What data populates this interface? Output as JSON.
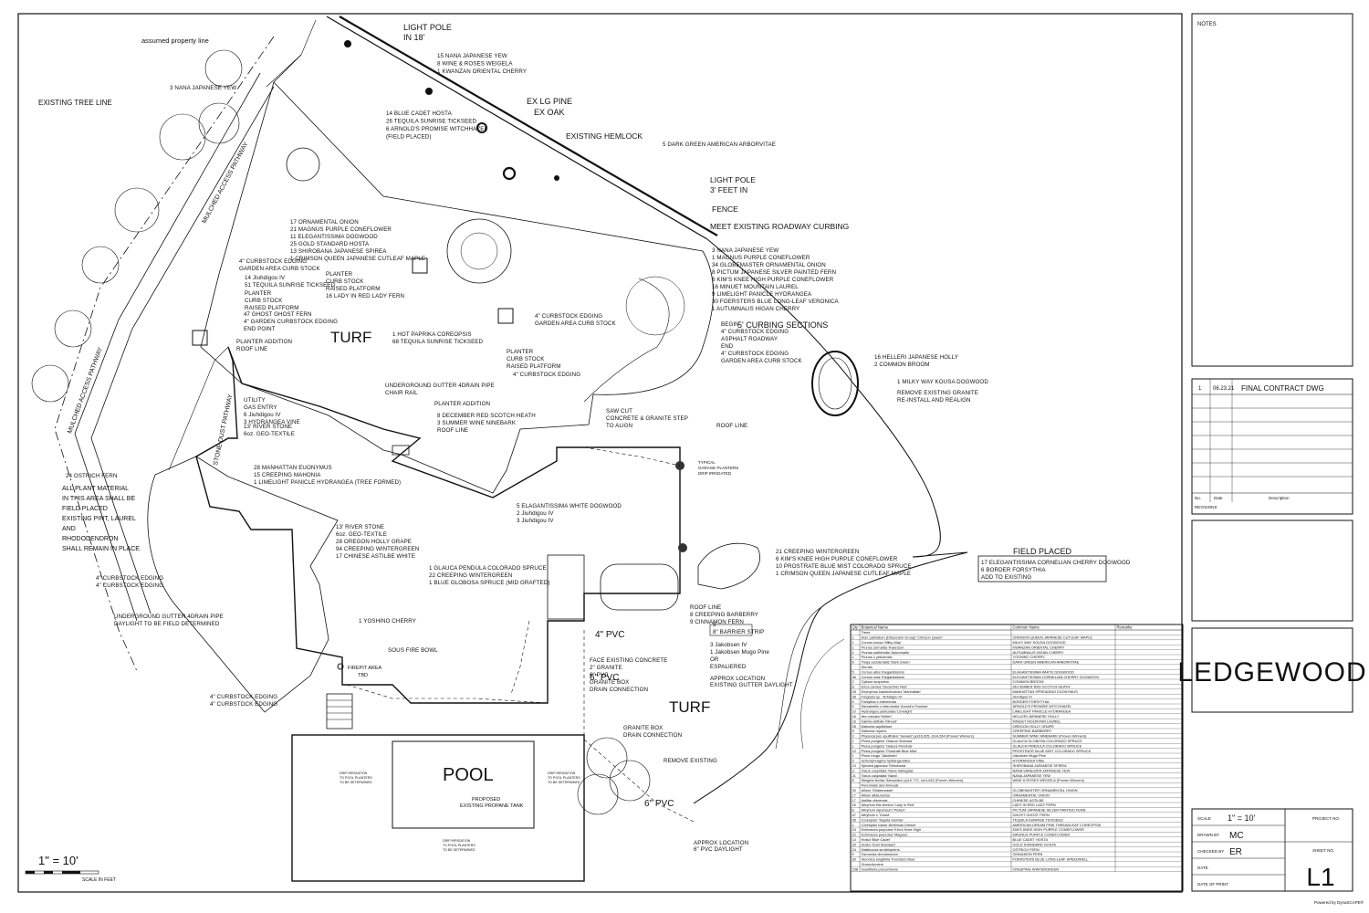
{
  "title_block": {
    "notes_label": "NOTES",
    "revision": {
      "number": "1",
      "date": "06.23.21",
      "description": "FINAL CONTRACT DWG"
    },
    "revision_headers": {
      "no": "No.",
      "date": "Date",
      "description": "Description"
    },
    "revisions_label": "REVISIONS",
    "project_name": "LEDGEWOOD",
    "scale_label": "SCALE",
    "scale_value": "1\" = 10'",
    "drawn_label": "DRAWN BY",
    "drawn_value": "MC",
    "checked_label": "CHECKED BY",
    "checked_value": "ER",
    "date_label": "DATE",
    "date_of_print_label": "DATE OF PRINT",
    "project_no_label": "PROJECT NO.",
    "sheet_no_label": "SHEET NO.",
    "sheet_no": "L1",
    "powered_by": "Powered by DynaSCAPE®"
  },
  "scale_bar": {
    "text": "1\" = 10'",
    "caption": "SCALE IN FEET"
  },
  "plan_labels": {
    "light_pole_1": [
      "LIGHT POLE",
      "IN 18'"
    ],
    "property_line": "assumed property line",
    "existing_tree_line": "EXISTING TREE LINE",
    "pathway_1": "MULCHED ACCESS PATHWAY",
    "pathway_2": "MULCHED ACCESS PATHWAY",
    "stone_path": "STONE DUST PATHWAY",
    "ex_pine": "EX LG PINE",
    "ex_oak": "EX OAK",
    "existing_hemlock": "EXISTING HEMLOCK",
    "light_pole_2": [
      "LIGHT POLE",
      "3' FEET IN"
    ],
    "fence": "FENCE",
    "meet_curbing": "MEET EXISTING ROADWAY CURBING",
    "turf_1": "TURF",
    "turf_2": "TURF",
    "pool": "POOL",
    "roof_line_1": "ROOF LINE",
    "roof_line_2": "ROOF LINE",
    "roof_line_3": "ROOF LINE",
    "curbing_sections": "5' CURBING SECTIONS",
    "field_placed_title": "FIELD PLACED",
    "four_pvc": "4\" PVC",
    "six_pvc_1": "6\" PVC",
    "six_pvc_2": "6\" PVC",
    "typical_garage": [
      "TYPICAL",
      "GARAGE PLANTERS",
      "DRIP IRRIGATED"
    ],
    "remove_existing": "REMOVE EXISTING",
    "approx_location_1": [
      "APPROX LOCATION",
      "EXISTING GUTTER DAYLIGHT"
    ],
    "approx_location_2": [
      "APPROX LOCATION",
      "6\" PVC DAYLIGHT"
    ],
    "proposed_tank": [
      "PROPOSED",
      "EXISTING PROPANE TANK"
    ],
    "drip_irrigation": [
      "DRIP IRRIGATION",
      "TO POOL PLANTERS",
      "TO BE DETERMINED"
    ],
    "firepit": [
      "FIREPIT AREA",
      "TBD"
    ],
    "sous_fire": "SOUS FIRE BOWL",
    "all_plant_material": [
      "ALL PLANT MATERIAL",
      "IN THIS AREA SHALL BE",
      "FIELD PLACED",
      "EXISTING PINT, LAUREL",
      "AND",
      "RHODODENDRON",
      "SHALL REMAIN IN PLACE."
    ],
    "underground_gutter": [
      "UNDERGROUND GUTTER 4DRAIN PIPE",
      "DAYLIGHT TO BE FIELD DETERMINED"
    ],
    "curbstock_left": [
      "4\" CURBSTOCK EDGING",
      "4\" CURBSTOCK EDGING"
    ],
    "curbstock_bottom": [
      "4\" CURBSTOCK EDGING",
      "4\" CURBSTOCK EDGING"
    ]
  },
  "callouts": {
    "c1": [
      "15 NANA JAPANESE YEW",
      "8 WINE & ROSES WEIGELA",
      "1 KWANZAN ORIENTAL CHERRY"
    ],
    "c2": [
      "3 NANA JAPANESE YEW"
    ],
    "c3": [
      "14 BLUE CADET HOSTA",
      "26 TEQUILA SUNRISE TICKSEED",
      "6 ARNOLD'S PROMISE WITCHHAZEL",
      "(FIELD PLACED)"
    ],
    "c4": [
      "5 DARK GREEN AMERICAN ARBORVITAE"
    ],
    "c5": [
      "17 ORNAMENTAL ONION",
      "21 MAGNUS PURPLE CONEFLOWER",
      "11 ELEGANTISSIMA DOGWOOD",
      "25 GOLD STANDARD HOSTA",
      "13 SHIROBANA JAPANESE SPIREA",
      "1 CRIMSON QUEEN JAPANESE CUTLEAF MAPLE"
    ],
    "c6": [
      "4\" CURBSTOCK EDGING",
      "GARDEN AREA CURB STOCK"
    ],
    "c7": [
      "14 Jiuhdigou IV",
      "51 TEQUILA SUNRISE TICKSEED"
    ],
    "c8": [
      "PLANTER",
      "CURB STOCK",
      "RAISED PLATFORM"
    ],
    "c9": [
      "47 GHOST GHOST FERN"
    ],
    "c10": [
      "4\" GARDEN CURBSTOCK EDGING",
      "END POINT"
    ],
    "c11": [
      "PLANTER",
      "CURB STOCK",
      "RAISED PLATFORM",
      "16 LADY IN RED LADY FERN"
    ],
    "c12": [
      "3 NANA JAPANESE YEW",
      "1 MAGNUS PURPLE CONEFLOWER",
      "34 GLOBEMASTER ORNAMENTAL ONION",
      "8 PICTUM JAPANESE SILVER PAINTED FERN",
      "6 KIM'S KNEE HIGH PURPLE CONEFLOWER",
      "16 MINUET MOUNTAIN LAUREL",
      "9 LIMELIGHT PANICLE HYDRANGEA",
      "30 FOERSTERS BLUE LONG-LEAF VERONICA",
      "1 AUTUMNALIS HIGAN CHERRY"
    ],
    "c13": [
      "1 HOT PAPRIKA COREOPSIS",
      "68 TEQUILA SUNRISE TICKSEED"
    ],
    "c14": [
      "PLANTER ADDITION",
      "ROOF LINE"
    ],
    "c15": [
      "4\" CURBSTOCK EDGING",
      "GARDEN AREA CURB STOCK"
    ],
    "c16": [
      "PLANTER",
      "CURB STOCK",
      "RAISED PLATFORM"
    ],
    "c17": [
      "4\" CURBSTOCK EDGING"
    ],
    "c18": [
      "BEGIN",
      "4\" CURBSTOCK EDGING",
      "ASPHALT ROADWAY",
      "END",
      "4\" CURBSTOCK EDGING",
      "GARDEN AREA CURB STOCK"
    ],
    "c19": [
      "16 HELLERI JAPANESE HOLLY",
      "2 COMMON BROOM"
    ],
    "c20": [
      "1 MILKY WAY KOUSA DOGWOOD"
    ],
    "c21": [
      "REMOVE EXISTING GRANITE",
      "RE-INSTALL AND REALIGN"
    ],
    "c22": [
      "UNDERGROUND GUTTER 4DRAIN PIPE",
      "CHAIR RAIL"
    ],
    "c23": [
      "PLANTER ADDITION"
    ],
    "c24": [
      "8 DECEMBER RED SCOTCH HEATH",
      "3 SUMMER WINE NINEBARK",
      "ROOF LINE"
    ],
    "c25": [
      "SAW CUT",
      "CONCRETE & GRANITE STEP",
      "TO ALIGN"
    ],
    "c26": [
      "UTILITY",
      "GAS ENTRY",
      "6 Jiuhdigou IV",
      "3 HYDRANGEA VINE"
    ],
    "c27": [
      "13' RIVER STONE",
      "6oz. GEO-TEXTILE"
    ],
    "c28": [
      "24 OSTRICH FERN"
    ],
    "c29": [
      "28 MANHATTAN EUONYMUS",
      "15 CREEPING MAHONIA",
      "1 LIMELIGHT PANICLE HYDRANGEA (TREE FORMED)"
    ],
    "c30": [
      "5 ELAGANTISSIMA WHITE DOGWOOD",
      "2 Jiuhdigou IV",
      "3 Jiuhdigou IV"
    ],
    "c31": [
      "13' RIVER STONE",
      "6oz. GEO-TEXTILE",
      "28 OREGON HOLLY GRAPE",
      "94 CREEPING WINTERGREEN",
      "17 CHINESE ASTILBE WHITE"
    ],
    "c32": [
      "1 GLAUCA PENDULA COLORADO SPRUCE",
      "22 CREEPING WINTERGREEN",
      "1 BLUE GLOBOSA SPRUCE (MID GRAFTED)"
    ],
    "c33": [
      "21 CREEPING WINTERGREEN",
      "6 KIM'S KNEE HIGH PURPLE CONEFLOWER",
      "10 PROSTRATE BLUE MIST COLORADO SPRUCE",
      "1 CRIMSON QUEEN JAPANESE CUTLEAF MAPLE"
    ],
    "c34": [
      "17 ELEGANTISSIMA CORNELIAN CHERRY DOGWOOD",
      "6 BORDER FORSYTHIA",
      "ADD TO EXISTING"
    ],
    "c35": [
      "ROOF LINE",
      "8 CREEPING BARBERRY",
      "9 CINNAMON FERN"
    ],
    "c36": [
      "5",
      "8\" BARRIER STRIP"
    ],
    "c37": [
      "3 Jakobsen IV",
      "1 Jakobsen Mugo Pine",
      "OR",
      "ESPALIERED"
    ],
    "c38": [
      "1 YOSHINO CHERRY"
    ],
    "c39": [
      "FACE EXISTING CONCRETE",
      "2\" GRANITE",
      "6\" PVC",
      "GRANITE BOX",
      "DRAIN CONNECTION"
    ],
    "c40": [
      "GRANITE BOX",
      "DRAIN CONNECTION"
    ]
  },
  "schedule": {
    "headers": [
      "Qty",
      "Botanical Name",
      "Common Name",
      "Remarks"
    ],
    "rows": [
      [
        "",
        "Trees",
        "",
        ""
      ],
      [
        "1",
        "Acer palmatum (Dissectum Group) 'Crimson Queen'",
        "CRIMSON QUEEN JAPANESE CUTLEAF MAPLE",
        ""
      ],
      [
        "1",
        "Cornus kousa 'Milky Way'",
        "MILKY WAY KOUSA DOGWOOD",
        ""
      ],
      [
        "1",
        "Prunus serrulata 'Kwanzan'",
        "KWANZAN ORIENTAL CHERRY",
        ""
      ],
      [
        "1",
        "Prunus subhirtella 'Autumnalis'",
        "AUTUMNALIS HIGAN CHERRY",
        ""
      ],
      [
        "1",
        "Prunus x yedoensis",
        "YOSHINO CHERRY",
        ""
      ],
      [
        "5",
        "Thuja occidentalis 'Dark Green'",
        "DARK GREEN AMERICAN ARBORVITAE",
        ""
      ],
      [
        "",
        "Shrubs",
        "",
        ""
      ],
      [
        "5",
        "Cornus alba 'Elegantissima'",
        "ELAGANTISSIMA WHITE DOGWOOD",
        ""
      ],
      [
        "36",
        "Cornus mas 'Elegantissima'",
        "ELEGANTISSIMA CORNELIAN CHERRY DOGWOOD",
        ""
      ],
      [
        "2",
        "Cytisus scoparius",
        "COMMON BROOM",
        ""
      ],
      [
        "8",
        "Erica carnea 'December Red'",
        "DECEMBER RED SCOTCH HEATH",
        ""
      ],
      [
        "28",
        "Euonymus kiautschovicus 'Manhattan'",
        "MANHATTAN SPREADING EUONYMUS",
        ""
      ],
      [
        "28",
        "Forgesia sp. 'Jiuhdigou IV'",
        "Jiuhdigou IV",
        ""
      ],
      [
        "6",
        "Forsythia x intermedia",
        "BORDER FORSYTHIA",
        ""
      ],
      [
        "6",
        "Hamamelis x intermedia 'Arnold's Promise'",
        "ARNOLD'S PROMISE WITCHHAZEL",
        ""
      ],
      [
        "10",
        "Hydrangea paniculata 'Limelight'",
        "LIMELIGHT PANICLE HYDRANGEA",
        ""
      ],
      [
        "16",
        "Ilex crenata 'Helleri'",
        "HELLERI JAPANESE HOLLY",
        ""
      ],
      [
        "16",
        "Kalmia latifolia 'Minuet'",
        "MINUET MOUNTAIN LAUREL",
        ""
      ],
      [
        "28",
        "Mahonia aquifolium",
        "OREGON HOLLY GRAPE",
        ""
      ],
      [
        "8",
        "Mahonia repens",
        "CREEPING BARBERRY",
        ""
      ],
      [
        "3",
        "Physocarpus opulifolius 'Seward' ppl16,925, cbr4,264 (Proven Winners)",
        "SUMMER WINE NINEBARK (Proven Winners)",
        ""
      ],
      [
        "1",
        "Picea pungens 'Glauca Globosa'",
        "GLAUCA GLOBOSA COLORADO SPRUCE",
        ""
      ],
      [
        "1",
        "Picea pungens 'Glauca Pendula'",
        "GLAUCA PENDULA COLORADO SPRUCE",
        ""
      ],
      [
        "10",
        "Picea pungens 'Prostrate Blue Mist'",
        "PROSTRATE BLUE MIST COLORADO SPRUCE",
        ""
      ],
      [
        "1",
        "Pinus mugo 'Jakobsen'",
        "Jakobsen Mugo Pine",
        ""
      ],
      [
        "3",
        "Schizophragma hydrangeoides",
        "HYDRANGEA VINE",
        ""
      ],
      [
        "13",
        "Spiraea japonica 'Shirobana'",
        "SHIROBANA JAPANESE SPIREA",
        ""
      ],
      [
        "3",
        "Taxus cuspidata 'Nana Variegata'",
        "NANA VAREGATA JAPANESE YEW",
        ""
      ],
      [
        "21",
        "Taxus cuspidata 'Nana'",
        "NANA JAPANESE YEW",
        ""
      ],
      [
        "8",
        "Weigela florida 'Alexandra' pp10,772, cbr1,642 (Proven Winners)",
        "WINE & ROSES WEIGELA (Proven Winners)",
        ""
      ],
      [
        "",
        "Perennials and Annuals",
        "",
        ""
      ],
      [
        "34",
        "Allium 'Globemaster'",
        "GLOBEMASTER ORNAMENTAL ONION",
        ""
      ],
      [
        "17",
        "Allium aflatunense",
        "ORNAMENTAL ONION",
        ""
      ],
      [
        "17",
        "Astilbe chinensis",
        "CHINESE ASTILBE",
        ""
      ],
      [
        "16",
        "Athyrium filix-femina 'Lady in Red'",
        "LADY IN RED LADY FERN",
        ""
      ],
      [
        "8",
        "Athyrium niponicum 'Pictum'",
        "PICTUM JAPANESE SILVER PAINTED FERN",
        ""
      ],
      [
        "47",
        "Athyrium x 'Ghost'",
        "GHOST GHOST FERN",
        ""
      ],
      [
        "95",
        "Coreopsis 'Tequila Sunrise'",
        "TEQUILA SUNRISE TICKSEED",
        ""
      ],
      [
        "1",
        "Coreopsis rosea 'American Dream'",
        "AMERICAN DREAM PINK THREADLEAF COREOPSIS",
        ""
      ],
      [
        "24",
        "Echinacea purpurea 'Kim's Knee High'",
        "KIM'S KNEE HIGH PURPLE CONEFLOWER",
        ""
      ],
      [
        "22",
        "Echinacea purpurea 'Magnus'",
        "MAGNUS PURPLE CONEFLOWER",
        ""
      ],
      [
        "14",
        "Hosta 'Blue Cadet'",
        "BLUE CADET HOSTA",
        ""
      ],
      [
        "25",
        "Hosta 'Gold Standard'",
        "GOLD STANDARD HOSTA",
        ""
      ],
      [
        "24",
        "Matteuccia struthiopteris",
        "OSTRICH FERN",
        ""
      ],
      [
        "9",
        "Osmunda cinnamomea",
        "CINNAMON FERN",
        ""
      ],
      [
        "30",
        "Veronica longifolia 'Foersters Blue'",
        "FOERSTERS BLUE LONG-LEAF SPEEDWELL",
        ""
      ],
      [
        "",
        "Groundcovers",
        "",
        ""
      ],
      [
        "158",
        "Gaultheria procumbens",
        "CREEPING WINTERGREEN",
        ""
      ]
    ]
  }
}
